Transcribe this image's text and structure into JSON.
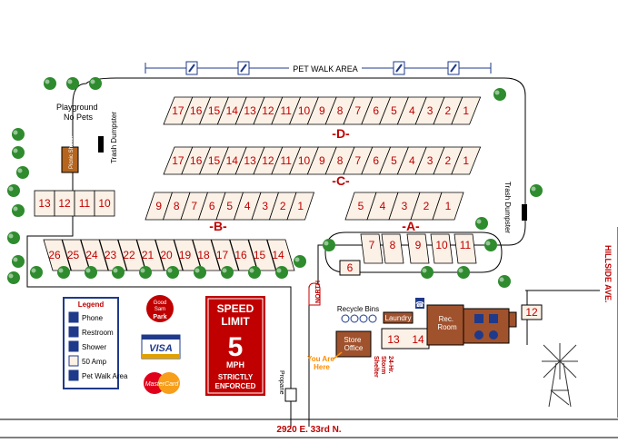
{
  "map": {
    "pet_walk_area": "PET WALK AREA",
    "playground": [
      "Playground",
      "No Pets"
    ],
    "trash_dumpster": "Trash Dumpster",
    "picnic_shelter": "Picnic Shelter",
    "hillside_ave": "HILLSIDE AVE.",
    "street_address": "2920 E. 33rd N.",
    "north": "NORTH",
    "recycle_bins": "Recycle Bins",
    "laundry": "Laundry",
    "rec_room": [
      "Rec.",
      "Room"
    ],
    "store_office": [
      "Store",
      "Office"
    ],
    "storm_shelter": [
      "24-Hr.",
      "Storm",
      "Shelter"
    ],
    "you_are_here": [
      "You Are",
      "Here"
    ],
    "propane": "Propane"
  },
  "rows": {
    "D": {
      "label": "-D-",
      "sites": [
        "17",
        "16",
        "15",
        "14",
        "13",
        "12",
        "11",
        "10",
        "9",
        "8",
        "7",
        "6",
        "5",
        "4",
        "3",
        "2",
        "1"
      ]
    },
    "C": {
      "label": "-C-",
      "sites": [
        "17",
        "16",
        "15",
        "14",
        "13",
        "12",
        "11",
        "10",
        "9",
        "8",
        "7",
        "6",
        "5",
        "4",
        "3",
        "2",
        "1"
      ]
    },
    "B": {
      "label": "-B-",
      "sites": [
        "9",
        "8",
        "7",
        "6",
        "5",
        "4",
        "3",
        "2",
        "1"
      ]
    },
    "B_lower": {
      "sites": [
        "26",
        "25",
        "24",
        "23",
        "22",
        "21",
        "20",
        "19",
        "18",
        "17",
        "16",
        "15",
        "14"
      ]
    },
    "B_left": {
      "sites": [
        "13",
        "12",
        "11",
        "10"
      ]
    },
    "A": {
      "label": "-A-",
      "sites": [
        "5",
        "4",
        "3",
        "2",
        "1"
      ]
    },
    "A_lower": {
      "sites": [
        "7",
        "8",
        "9",
        "10",
        "11"
      ]
    },
    "other": {
      "site6": "6",
      "site12": "12",
      "site13": "13",
      "site14": "14"
    }
  },
  "legend": {
    "title": "Legend",
    "items": [
      {
        "icon": "phone-icon",
        "label": "Phone"
      },
      {
        "icon": "restroom-icon",
        "label": "Restroom"
      },
      {
        "icon": "shower-icon",
        "label": "Shower"
      },
      {
        "icon": "50-amp-icon",
        "label": "50 Amp"
      },
      {
        "icon": "pet-walk-icon",
        "label": "Pet Walk Area"
      }
    ]
  },
  "badges": {
    "good_sam": [
      "Good",
      "Sam",
      "Park"
    ],
    "visa": "VISA",
    "mastercard": "MasterCard"
  },
  "speed_sign": {
    "line1": "SPEED",
    "line2": "LIMIT",
    "number": "5",
    "unit": "MPH",
    "line5": "STRICTLY",
    "line6": "ENFORCED"
  },
  "colors": {
    "site_red": "#c00000",
    "pad_fill": "#fbf1e6",
    "road_fill": "#ffffff",
    "building_fill": "#a0522d",
    "tree_green": "#2e8b2e",
    "legend_blue": "#1f3a8a",
    "you_are_here": "#ff8c00"
  }
}
